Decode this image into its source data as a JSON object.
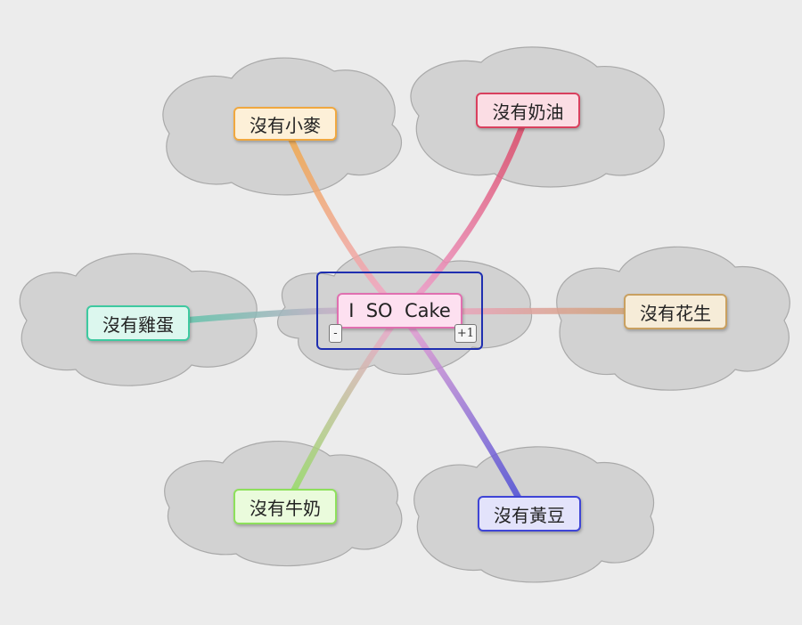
{
  "central": {
    "label": "I  SO  Cake",
    "collapse_label": "-",
    "expand_label": "+1"
  },
  "branches": [
    {
      "id": "wheat",
      "label": "沒有小麥",
      "color": "#f0a840",
      "bg": "#fdf0d8"
    },
    {
      "id": "cream",
      "label": "沒有奶油",
      "color": "#d9405e",
      "bg": "#fbdde4"
    },
    {
      "id": "egg",
      "label": "沒有雞蛋",
      "color": "#3ec9a0",
      "bg": "#dcf7ee"
    },
    {
      "id": "peanut",
      "label": "沒有花生",
      "color": "#c9a060",
      "bg": "#f6ecd8"
    },
    {
      "id": "milk",
      "label": "沒有牛奶",
      "color": "#8ee05c",
      "bg": "#eafbdc"
    },
    {
      "id": "soy",
      "label": "沒有黃豆",
      "color": "#3f45d6",
      "bg": "#e3e3fb"
    }
  ],
  "colors": {
    "central_border": "#e070b0",
    "central_bg": "#fde0f0",
    "selection": "#1f2fb0"
  }
}
